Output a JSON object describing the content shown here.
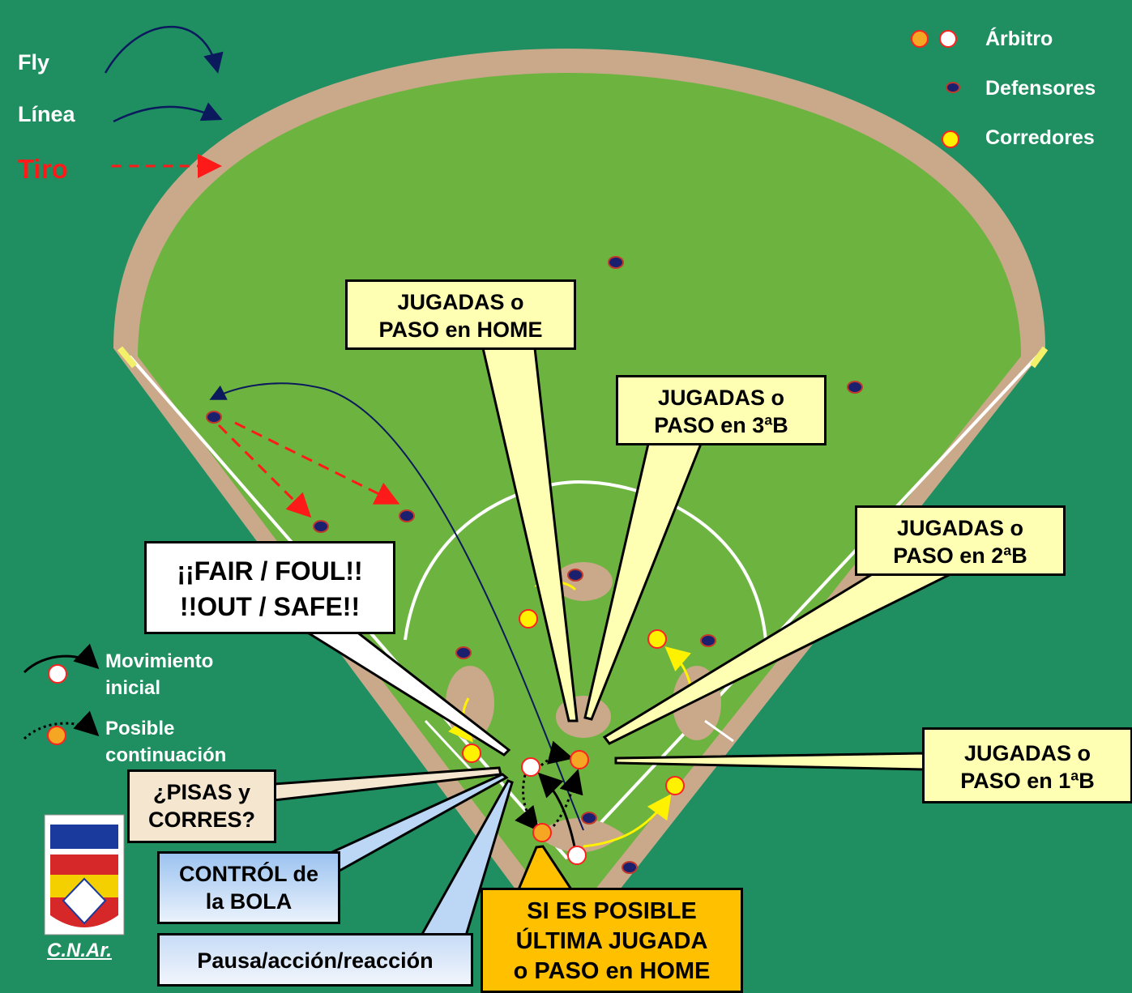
{
  "legend": {
    "lines": [
      {
        "label": "Fly",
        "color": "#ffffff"
      },
      {
        "label": "Línea",
        "color": "#ffffff"
      },
      {
        "label": "Tiro",
        "color": "#ff1a1a"
      }
    ],
    "markers": [
      {
        "label": "Árbitro",
        "icon": "umpire-icon"
      },
      {
        "label": "Defensores",
        "icon": "fielder-icon"
      },
      {
        "label": "Corredores",
        "icon": "runner-icon"
      }
    ],
    "movement": {
      "line1": "Movimiento",
      "line2": "inicial"
    },
    "continuation": {
      "line1": "Posible",
      "line2": "continuación"
    }
  },
  "callouts": {
    "home": {
      "line1": "JUGADAS o",
      "line2": "PASO en HOME"
    },
    "third": {
      "line1": "JUGADAS o",
      "line2": "PASO en 3ªB"
    },
    "second": {
      "line1": "JUGADAS o",
      "line2": "PASO en 2ªB"
    },
    "first": {
      "line1": "JUGADAS o",
      "line2": "PASO en 1ªB"
    },
    "fair_foul": {
      "line1": "¡¡FAIR / FOUL!!",
      "line2": "!!OUT / SAFE!!"
    },
    "pisas": {
      "line1": "¿PISAS y",
      "line2": "CORRES?"
    },
    "control": {
      "line1": "CONTRÓL de",
      "line2": "la BOLA"
    },
    "pausa": {
      "line1": "Pausa/acción/reacción"
    },
    "ultima": {
      "line1": "SI ES POSIBLE",
      "line2": "ÚLTIMA JUGADA",
      "line3": "o PASO en HOME"
    }
  },
  "logo": {
    "text": "C.N.Ar."
  },
  "colors": {
    "background": "#1f8f62",
    "grass": "#6db33f",
    "dirt": "#c9a98a",
    "fielder": "#1a1f6e",
    "umpire": "#f5a623",
    "runner": "#fff200",
    "throw": "#ff1a1a",
    "fly": "#0b1a5c",
    "callout_yellow": "#ffffb3",
    "callout_orange": "#ffc000"
  }
}
